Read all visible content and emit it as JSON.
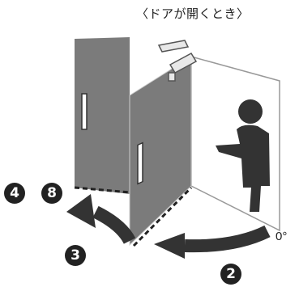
{
  "title": "〈ドアが開くとき〉",
  "angle_label": "0°",
  "step_badges": [
    "4",
    "8",
    "3",
    "2"
  ],
  "colors": {
    "door": "#7b7b7b",
    "arrow": "#333333",
    "figure": "#333333",
    "outline": "#999999"
  }
}
